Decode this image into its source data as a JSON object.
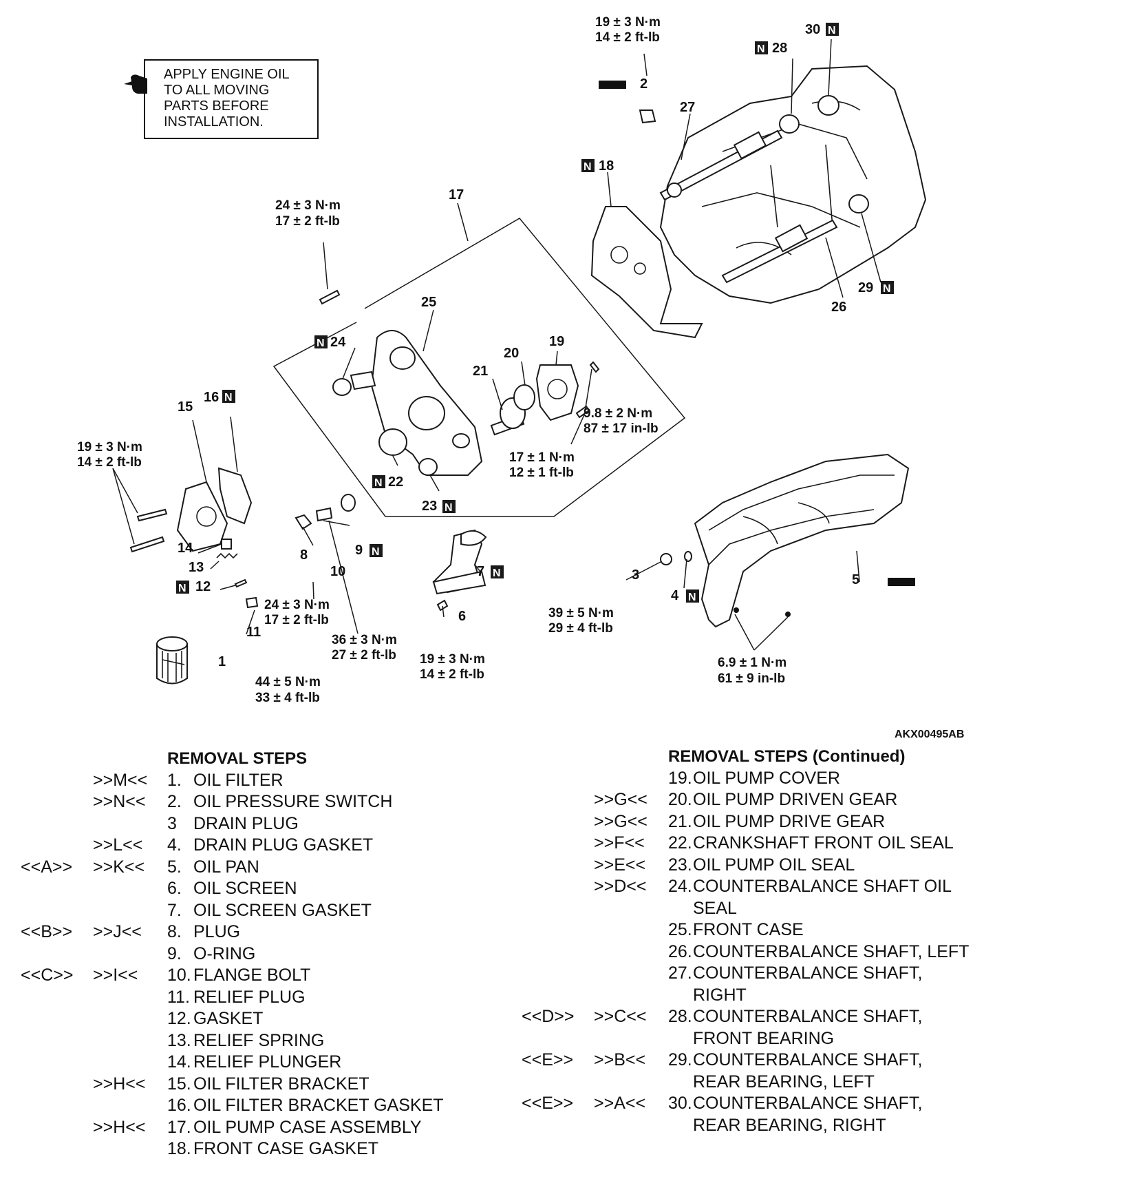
{
  "note": {
    "lines": [
      "APPLY ENGINE OIL",
      "TO ALL MOVING",
      "PARTS BEFORE",
      "INSTALLATION."
    ],
    "icon": "oil-can-icon"
  },
  "new_part_mark": "N",
  "figure_code": "AKX00495AB",
  "callouts": {
    "c1": "1",
    "c2": "2",
    "c3": "3",
    "c4": "4",
    "c5": "5",
    "c6": "6",
    "c7": "7",
    "c8": "8",
    "c9": "9",
    "c10": "10",
    "c11": "11",
    "c12": "12",
    "c13": "13",
    "c14": "14",
    "c15": "15",
    "c16": "16",
    "c17": "17",
    "c18": "18",
    "c19": "19",
    "c20": "20",
    "c21": "21",
    "c22": "22",
    "c23": "23",
    "c24": "24",
    "c25": "25",
    "c26": "26",
    "c27": "27",
    "c28": "28",
    "c29": "29",
    "c30": "30"
  },
  "torques": {
    "t2": [
      "19 ± 3 N·m",
      "14 ± 2 ft-lb"
    ],
    "t17bolt": [
      "24 ± 3 N·m",
      "17 ± 2 ft-lb"
    ],
    "t15": [
      "19 ± 3 N·m",
      "14 ± 2 ft-lb"
    ],
    "t19": [
      "9.8 ± 2 N·m",
      "87 ± 17 in-lb"
    ],
    "t21": [
      "17 ± 1 N·m",
      "12 ± 1 ft-lb"
    ],
    "t11a": [
      "24 ± 3 N·m",
      "17 ± 2 ft-lb"
    ],
    "t10": [
      "36 ± 3 N·m",
      "27 ± 2 ft-lb"
    ],
    "t6": [
      "19 ± 3 N·m",
      "14 ± 2 ft-lb"
    ],
    "t11b": [
      "44 ± 5 N·m",
      "33 ± 4 ft-lb"
    ],
    "t3": [
      "39 ± 5 N·m",
      "29 ± 4 ft-lb"
    ],
    "t5": [
      "6.9 ± 1 N·m",
      "61 ± 9 in-lb"
    ]
  },
  "removal_steps": {
    "title": "REMOVAL STEPS",
    "items": [
      {
        "pre": "",
        "post": ">>M<<",
        "num": "1.",
        "text": "OIL FILTER"
      },
      {
        "pre": "",
        "post": ">>N<<",
        "num": "2.",
        "text": "OIL PRESSURE SWITCH"
      },
      {
        "pre": "",
        "post": "",
        "num": "3",
        "text": "DRAIN PLUG"
      },
      {
        "pre": "",
        "post": ">>L<<",
        "num": "4.",
        "text": "DRAIN PLUG GASKET"
      },
      {
        "pre": "<<A>>",
        "post": ">>K<<",
        "num": "5.",
        "text": "OIL PAN"
      },
      {
        "pre": "",
        "post": "",
        "num": "6.",
        "text": "OIL SCREEN"
      },
      {
        "pre": "",
        "post": "",
        "num": "7.",
        "text": "OIL SCREEN GASKET"
      },
      {
        "pre": "<<B>>",
        "post": ">>J<<",
        "num": "8.",
        "text": "PLUG"
      },
      {
        "pre": "",
        "post": "",
        "num": "9.",
        "text": "O-RING"
      },
      {
        "pre": "<<C>>",
        "post": ">>I<<",
        "num": "10.",
        "text": "FLANGE BOLT"
      },
      {
        "pre": "",
        "post": "",
        "num": "11.",
        "text": "RELIEF PLUG"
      },
      {
        "pre": "",
        "post": "",
        "num": "12.",
        "text": "GASKET"
      },
      {
        "pre": "",
        "post": "",
        "num": "13.",
        "text": "RELIEF SPRING"
      },
      {
        "pre": "",
        "post": "",
        "num": "14.",
        "text": "RELIEF PLUNGER"
      },
      {
        "pre": "",
        "post": ">>H<<",
        "num": "15.",
        "text": "OIL FILTER BRACKET"
      },
      {
        "pre": "",
        "post": "",
        "num": "16.",
        "text": "OIL FILTER BRACKET GASKET"
      },
      {
        "pre": "",
        "post": ">>H<<",
        "num": "17.",
        "text": "OIL PUMP CASE ASSEMBLY"
      },
      {
        "pre": "",
        "post": "",
        "num": "18.",
        "text": "FRONT CASE GASKET"
      }
    ]
  },
  "removal_steps_continued": {
    "title": "REMOVAL STEPS (Continued)",
    "items": [
      {
        "pre": "",
        "post": "",
        "num": "19.",
        "lines": [
          "OIL PUMP COVER"
        ]
      },
      {
        "pre": "",
        "post": ">>G<<",
        "num": "20.",
        "lines": [
          "OIL PUMP DRIVEN GEAR"
        ]
      },
      {
        "pre": "",
        "post": ">>G<<",
        "num": "21.",
        "lines": [
          "OIL PUMP DRIVE GEAR"
        ]
      },
      {
        "pre": "",
        "post": ">>F<<",
        "num": "22.",
        "lines": [
          "CRANKSHAFT FRONT OIL SEAL"
        ]
      },
      {
        "pre": "",
        "post": ">>E<<",
        "num": "23.",
        "lines": [
          "OIL PUMP OIL SEAL"
        ]
      },
      {
        "pre": "",
        "post": ">>D<<",
        "num": "24.",
        "lines": [
          "COUNTERBALANCE SHAFT OIL",
          "SEAL"
        ]
      },
      {
        "pre": "",
        "post": "",
        "num": "25.",
        "lines": [
          "FRONT CASE"
        ]
      },
      {
        "pre": "",
        "post": "",
        "num": "26.",
        "lines": [
          "COUNTERBALANCE SHAFT, LEFT"
        ]
      },
      {
        "pre": "",
        "post": "",
        "num": "27.",
        "lines": [
          "COUNTERBALANCE SHAFT,",
          "RIGHT"
        ]
      },
      {
        "pre": "<<D>>",
        "post": ">>C<<",
        "num": "28.",
        "lines": [
          "COUNTERBALANCE SHAFT,",
          "FRONT BEARING"
        ]
      },
      {
        "pre": "<<E>>",
        "post": ">>B<<",
        "num": "29.",
        "lines": [
          "COUNTERBALANCE SHAFT,",
          "REAR BEARING, LEFT"
        ]
      },
      {
        "pre": "<<E>>",
        "post": ">>A<<",
        "num": "30.",
        "lines": [
          "COUNTERBALANCE SHAFT,",
          "REAR BEARING, RIGHT"
        ]
      }
    ]
  }
}
